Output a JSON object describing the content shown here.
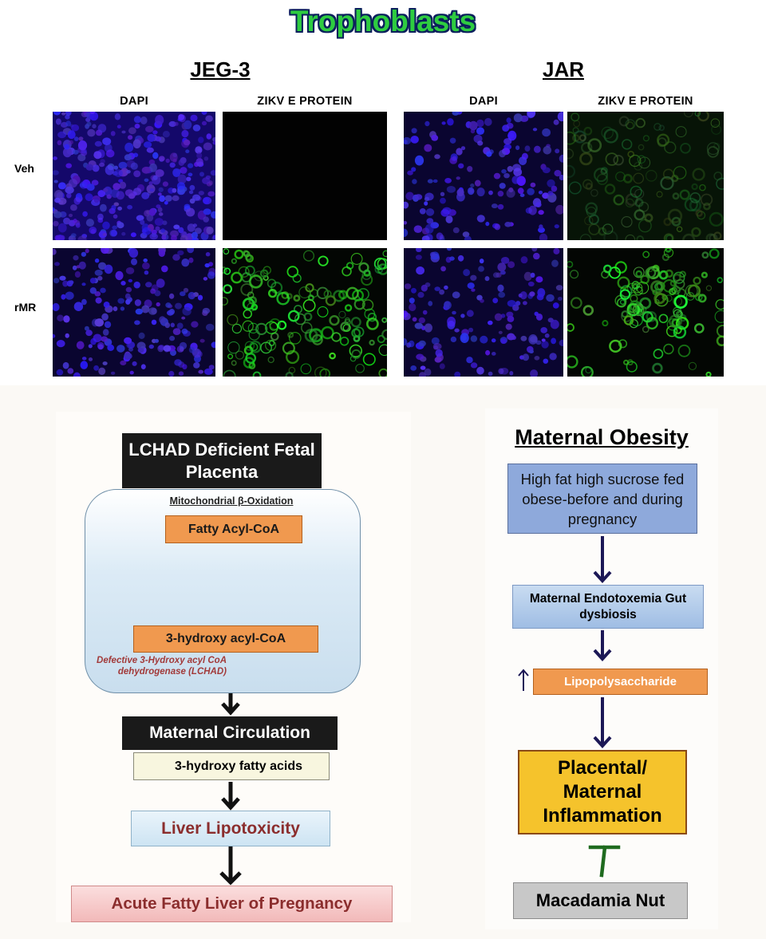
{
  "figure_top": {
    "title": "Trophoblasts",
    "groups": [
      {
        "name": "JEG-3",
        "columns": [
          "DAPI",
          "ZIKV E PROTEIN"
        ]
      },
      {
        "name": "JAR",
        "columns": [
          "DAPI",
          "ZIKV E PROTEIN"
        ]
      }
    ],
    "row_labels": [
      "Veh",
      "rMR"
    ]
  },
  "left_diagram": {
    "header": "LCHAD Deficient Fetal Placenta",
    "pathway_label": "Mitochondrial β-Oxidation",
    "substrate": "Fatty Acyl-CoA",
    "intermediate": "3-hydroxy acyl-CoA",
    "defect_note": "Defective 3-Hydroxy acyl CoA dehydrogenase (LCHAD)",
    "circulation": "Maternal Circulation",
    "circulating_metabolite": "3-hydroxy fatty acids",
    "liver": "Liver Lipotoxicity",
    "outcome": "Acute Fatty Liver of Pregnancy"
  },
  "right_diagram": {
    "title": "Maternal Obesity",
    "diet": "High fat high sucrose fed obese-before and during pregnancy",
    "endotoxemia": "Maternal Endotoxemia Gut dysbiosis",
    "lps": "Lipopolysaccharide",
    "inflammation": "Placental/ Maternal Inflammation",
    "intervention": "Macadamia Nut"
  },
  "colors": {
    "title_green": "#2ecc40",
    "orange": "#f0994f",
    "blue_box": "#8ea9db",
    "yellow_box": "#f5c32c",
    "red_text": "#a23a3a",
    "green_inhibitor": "#1f6b1f",
    "dapi_blue": "#3a2aff",
    "zikv_green": "#33d133"
  }
}
